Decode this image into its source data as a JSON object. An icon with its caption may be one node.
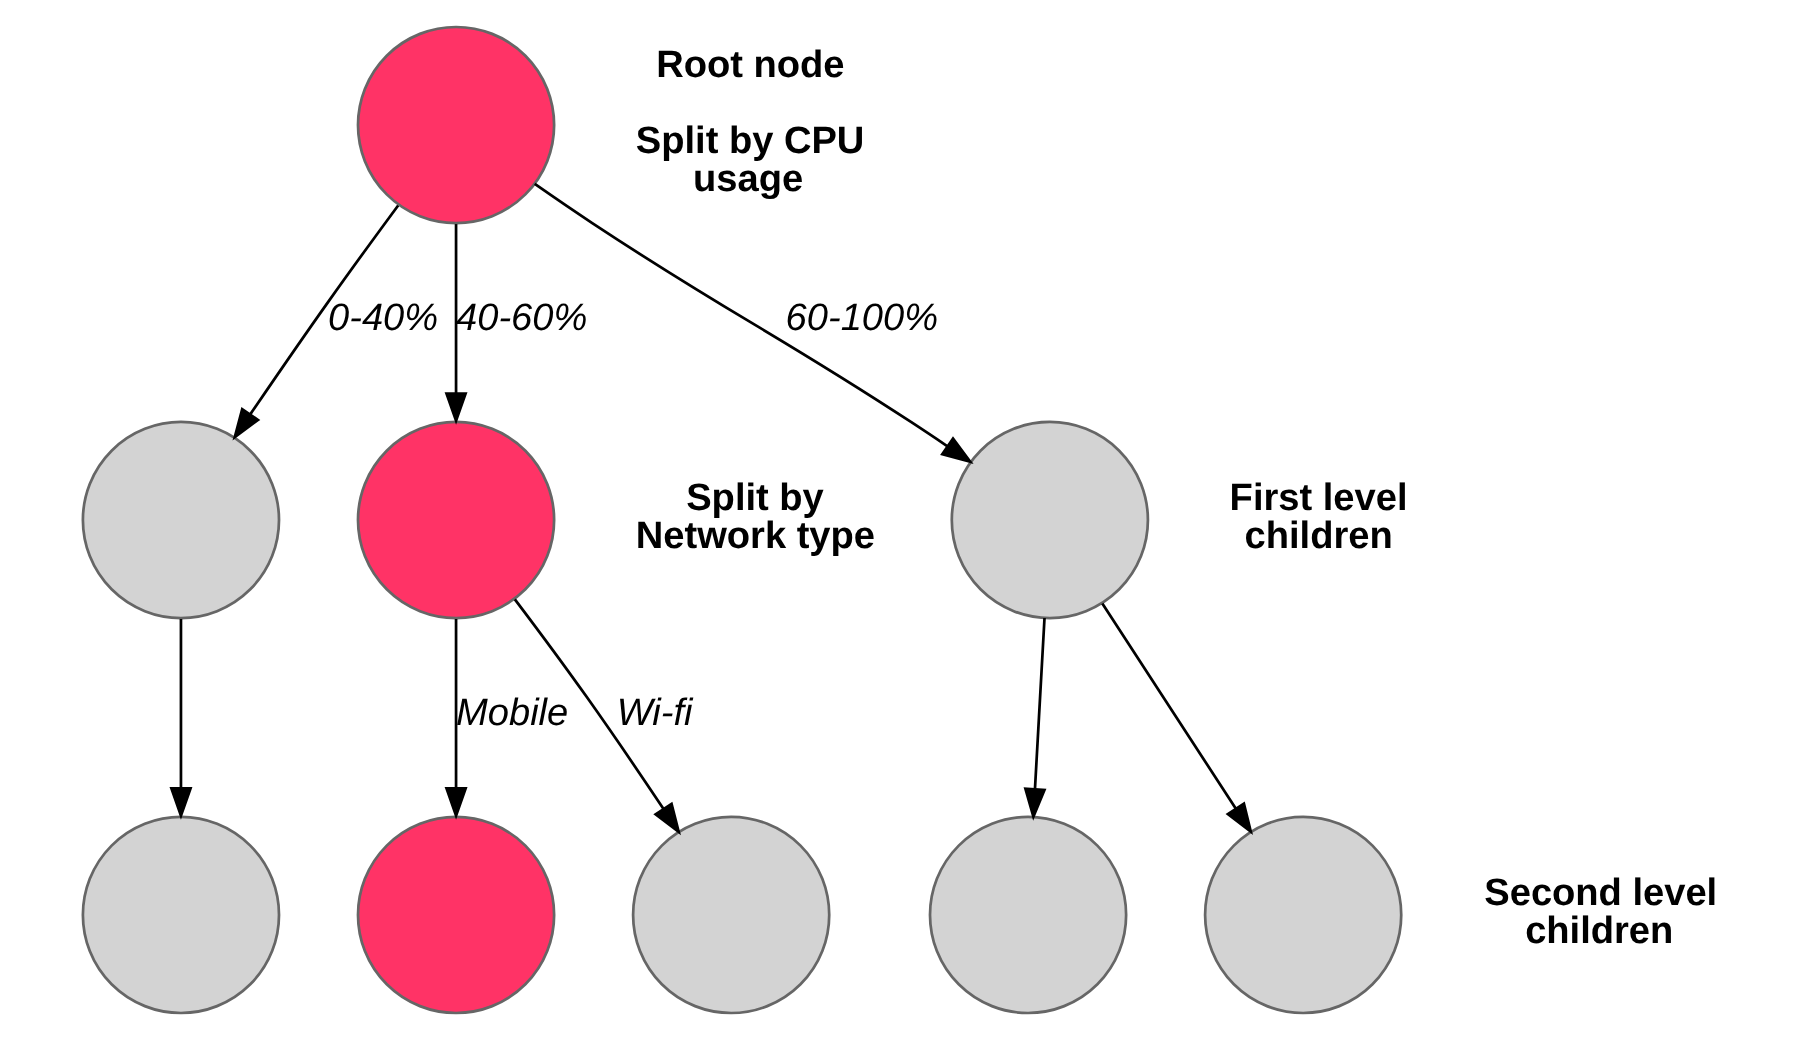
{
  "diagram": {
    "nodes": [
      {
        "text": [],
        "shape": "circle",
        "beside": [
          "Root node",
          "Split by CPU usage"
        ]
      },
      {
        "text": [],
        "shape": "circle"
      },
      {
        "text": [],
        "shape": "circle",
        "beside": [
          "Split by Network type"
        ]
      },
      {
        "text": [],
        "shape": "circle",
        "beside": [
          "First level children"
        ]
      },
      {
        "text": [],
        "shape": "circle"
      },
      {
        "text": [],
        "shape": "circle"
      },
      {
        "text": [],
        "shape": "circle"
      },
      {
        "text": [],
        "shape": "circle"
      },
      {
        "text": [],
        "shape": "circle",
        "beside": [
          "Second level children"
        ]
      }
    ],
    "edges": [
      {
        "from": 0,
        "to": 1,
        "arrow": "to",
        "label": "0-40%"
      },
      {
        "from": 0,
        "to": 2,
        "arrow": "to",
        "label": "40-60%"
      },
      {
        "from": 0,
        "to": 3,
        "arrow": "to",
        "label": "60-100%"
      },
      {
        "from": 1,
        "to": 4,
        "arrow": "to"
      },
      {
        "from": 2,
        "to": 5,
        "arrow": "to",
        "label": "Mobile"
      },
      {
        "from": 2,
        "to": 6,
        "arrow": "to",
        "label": "Wi-fi"
      },
      {
        "from": 3,
        "to": 7,
        "arrow": "to"
      },
      {
        "from": 3,
        "to": 8,
        "arrow": "to"
      }
    ]
  }
}
